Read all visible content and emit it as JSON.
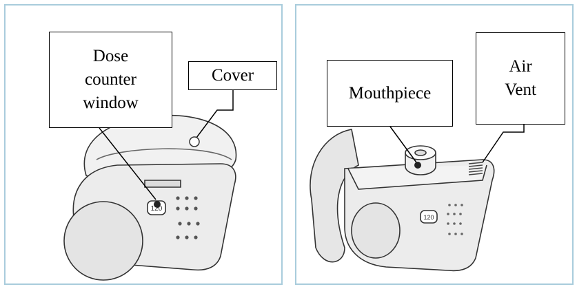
{
  "colors": {
    "panel_border": "#a9ccdc",
    "device_fill": "#eeeeee",
    "device_shade": "#d4d4d4",
    "outline": "#333333"
  },
  "left_panel": {
    "label_dose": "Dose\ncounter\nwindow",
    "label_cover": "Cover",
    "counter_value": "120"
  },
  "right_panel": {
    "label_mouthpiece": "Mouthpiece",
    "label_air_vent": "Air\nVent",
    "counter_value": "120"
  }
}
